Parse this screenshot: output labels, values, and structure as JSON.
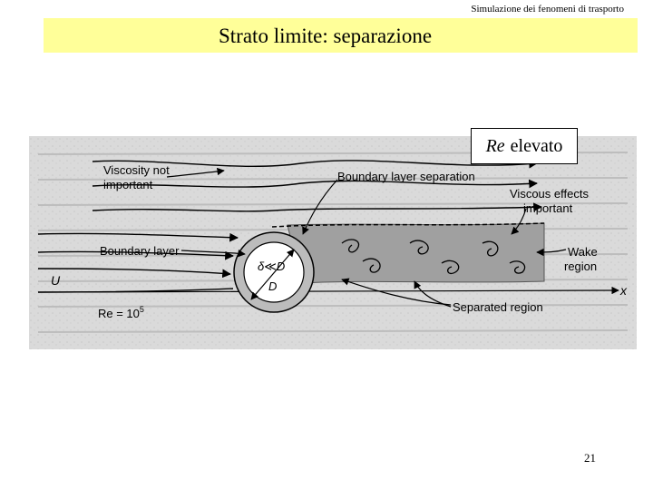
{
  "header": {
    "note": "Simulazione dei fenomeni di trasporto"
  },
  "slide": {
    "title": "Strato limite: separazione",
    "page_number": "21"
  },
  "re_box": {
    "symbol": "Re",
    "label": "elevato"
  },
  "figure": {
    "labels": {
      "viscosity_line1": "Viscosity not",
      "viscosity_line2": "important",
      "boundary_sep": "Boundary layer separation",
      "viscous_line1": "Viscous effects",
      "viscous_line2": "important",
      "boundary_layer": "Boundary layer",
      "wake_line1": "Wake",
      "wake_line2": "region",
      "separated_region": "Separated region",
      "u_symbol": "U",
      "x_symbol": "x",
      "delta_relation": "δ≪D",
      "d_symbol": "D",
      "re_value": "Re = 10",
      "re_exponent": "5"
    }
  },
  "colors": {
    "title_band": "#ffff99",
    "figure_bg": "#d9d9d9",
    "wake": "#a0a0a0"
  }
}
